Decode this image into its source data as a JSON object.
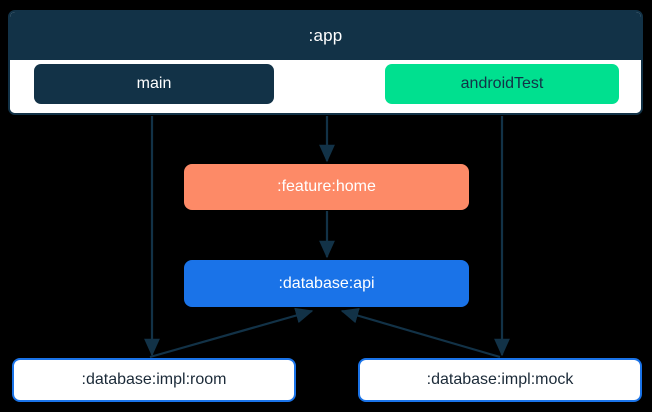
{
  "diagram": {
    "type": "module-dependency-graph",
    "background_color": "#000000",
    "app_container": {
      "title": ":app",
      "header_color": "#123247",
      "body_color": "#ffffff",
      "source_sets": [
        {
          "label": "main",
          "fill": "#123247",
          "text_color": "#ffffff"
        },
        {
          "label": "androidTest",
          "fill": "#00e08f",
          "text_color": "#123247"
        }
      ]
    },
    "nodes": [
      {
        "id": "feature-home",
        "label": ":feature:home",
        "fill": "#fd8a67",
        "text_color": "#ffffff"
      },
      {
        "id": "database-api",
        "label": ":database:api",
        "fill": "#1a73e8",
        "text_color": "#ffffff"
      },
      {
        "id": "database-impl-room",
        "label": ":database:impl:room",
        "fill": "#ffffff",
        "text_color": "#1b2a38",
        "border_color": "#1a73e8"
      },
      {
        "id": "database-impl-mock",
        "label": ":database:impl:mock",
        "fill": "#ffffff",
        "text_color": "#1b2a38",
        "border_color": "#1a73e8"
      }
    ],
    "edges": [
      {
        "from": "app",
        "to": "feature-home"
      },
      {
        "from": "feature-home",
        "to": "database-api"
      },
      {
        "from": "main",
        "to": "database-impl-room"
      },
      {
        "from": "androidTest",
        "to": "database-impl-mock"
      },
      {
        "from": "database-impl-room",
        "to": "database-api"
      },
      {
        "from": "database-impl-mock",
        "to": "database-api"
      }
    ],
    "edge_color": "#123247"
  }
}
